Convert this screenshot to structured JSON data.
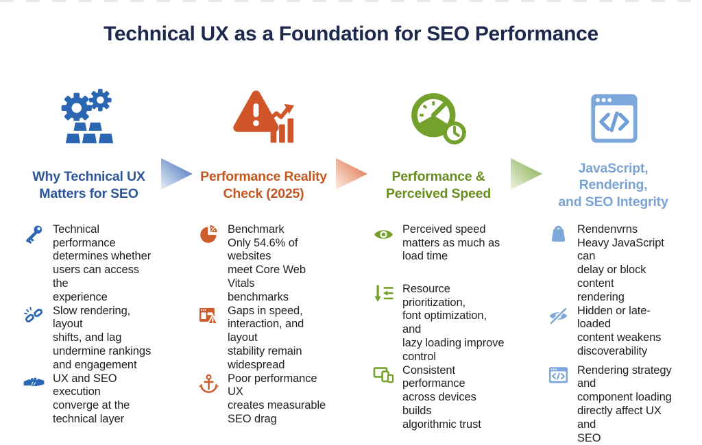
{
  "title": {
    "text": "Technical UX as a Foundation for SEO Performance",
    "color": "#1d2a4e"
  },
  "palette": {
    "background": "#ffffff",
    "body_text": "#212121",
    "column1_blue": "#2b66b2",
    "column1_heading": "#2d5599",
    "column2_orange": "#cd5c2a",
    "column2_heading": "#c2571f",
    "column3_green": "#74a12c",
    "column3_heading": "#678c1e",
    "column4_lightblue": "#7ca7da",
    "column4_heading": "#7aa3d4"
  },
  "columns": [
    {
      "id": "why-technical-ux",
      "main_icon": "gears-and-gold-bars-icon",
      "heading": "Why Technical UX\nMatters for SEO",
      "heading_color": "#2d5599",
      "items": [
        {
          "icon": "key-icon",
          "text": "Technical performance\ndetermines whether\nusers can access the\nexperience"
        },
        {
          "icon": "broken-chain-link-icon",
          "text": "Slow rendering, layout\nshifts, and lag\nundermine rankings\nand engagement"
        },
        {
          "icon": "handshake-icon",
          "text": "UX and SEO execution\nconverge at the\ntechnical layer"
        }
      ]
    },
    {
      "id": "performance-reality-check",
      "main_icon": "warning-triangle-chart-icon",
      "heading": "Performance Reality\nCheck (2025)",
      "heading_color": "#c2571f",
      "items": [
        {
          "icon": "pie-chart-icon",
          "text": "Benchmark\nOnly 54.6% of websites\nmeet Core Web Vitals\nbenchmarks"
        },
        {
          "icon": "browser-warning-icon",
          "text": "Gaps in speed,\ninteraction, and layout\nstability remain\nwidespread"
        },
        {
          "icon": "anchor-icon",
          "text": "Poor performance UX\ncreates measurable\nSEO drag"
        }
      ]
    },
    {
      "id": "performance-perceived-speed",
      "main_icon": "speedometer-clock-icon",
      "heading": "Performance &\nPerceived Speed",
      "heading_color": "#678c1e",
      "items": [
        {
          "icon": "eye-icon",
          "text": "Perceived speed\nmatters as much as\nload time"
        },
        {
          "icon": "resource-priority-arrows-icon",
          "text": "Resource prioritization,\nfont optimization, and\nlazy loading improve\ncontrol"
        },
        {
          "icon": "multi-devices-icon",
          "text": "Consistent performance\nacross devices builds\nalgorithmic trust"
        }
      ]
    },
    {
      "id": "javascript-rendering-seo",
      "main_icon": "browser-code-window-icon",
      "heading": "JavaScript, Rendering,\nand SEO Integrity",
      "heading_color": "#7aa3d4",
      "items": [
        {
          "icon": "weight-icon",
          "text": "Rendenvrns\nHeavy JavaScript can\ndelay or block content\nrendering"
        },
        {
          "icon": "hidden-eye-icon",
          "text": "Hidden or late-loaded\ncontent weakens\ndiscoverability"
        },
        {
          "icon": "code-window-icon",
          "text": "Rendering strategy and\ncomponent loading\ndirectly affect UX and\nSEO"
        }
      ]
    }
  ],
  "arrows": [
    {
      "from": "#e8eef8",
      "to": "#3a6ab5"
    },
    {
      "from": "#fceee7",
      "to": "#dd6b3a"
    },
    {
      "from": "#eef4e2",
      "to": "#7fa844"
    }
  ]
}
